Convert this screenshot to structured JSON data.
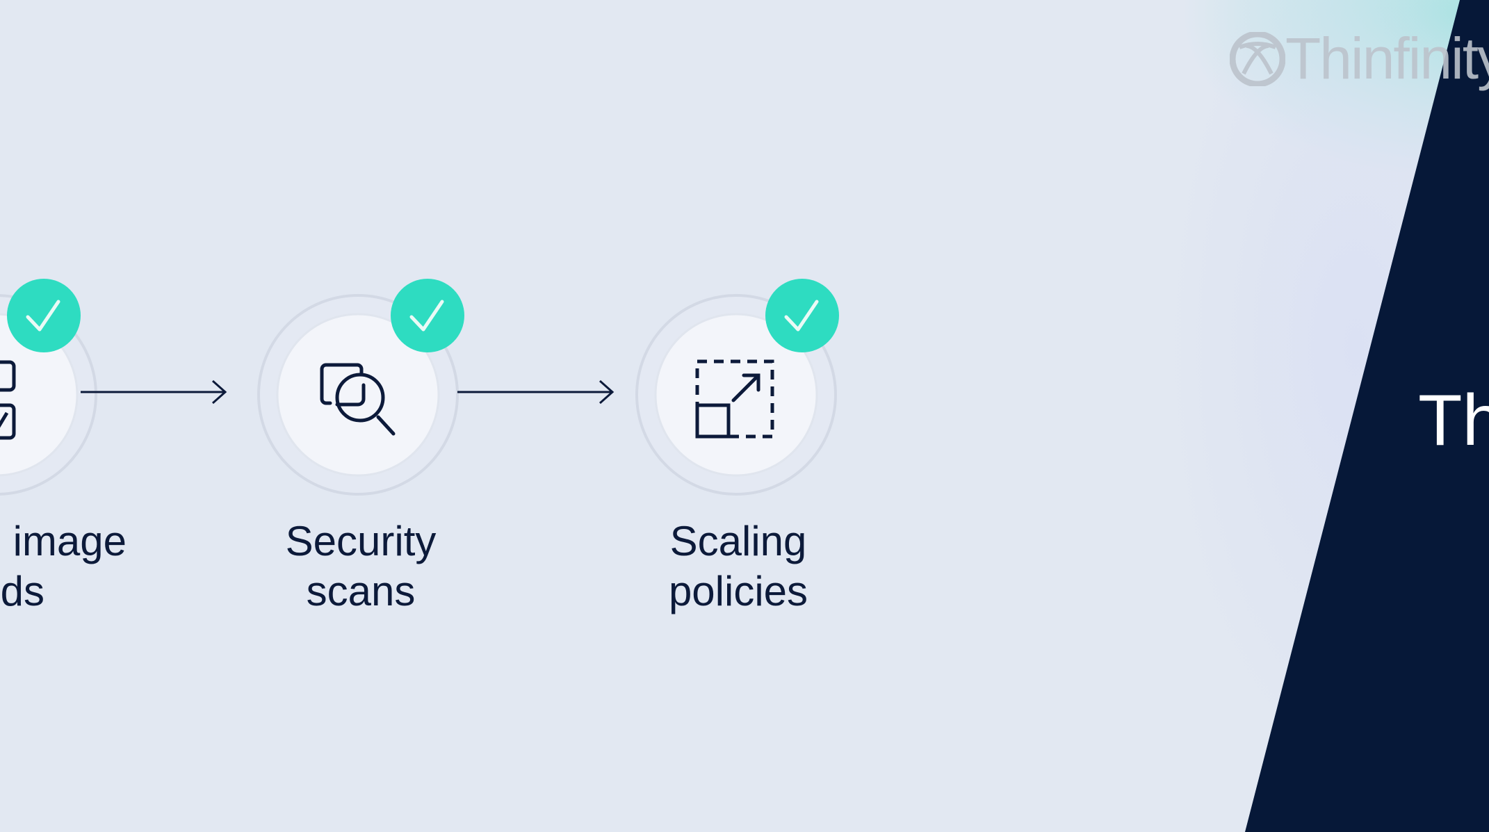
{
  "brand": {
    "logo_text": "Thinfinity"
  },
  "steps": [
    {
      "label_line1": "image",
      "label_line2": "ds",
      "icon": "image-builds-icon",
      "status": "complete"
    },
    {
      "label_line1": "Security",
      "label_line2": "scans",
      "icon": "security-scan-icon",
      "status": "complete"
    },
    {
      "label_line1": "Scaling",
      "label_line2": "policies",
      "icon": "scaling-icon",
      "status": "complete"
    }
  ],
  "dark_panel": {
    "title": "Th"
  },
  "colors": {
    "accent": "#2edcc1",
    "ink": "#0c1a3a",
    "dark": "#061838",
    "background": "#e2e8f2"
  }
}
